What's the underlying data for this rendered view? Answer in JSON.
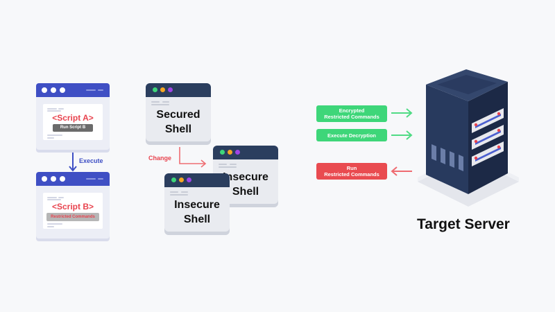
{
  "script_a": {
    "title": "<Script A>",
    "chip": "Run Script B"
  },
  "script_b": {
    "title": "<Script B>",
    "chip": "Restricted Commands"
  },
  "execute_label": "Execute",
  "change_label": "Change",
  "secured_shell": {
    "line1": "Secured",
    "line2": "Shell"
  },
  "insecure_shell_back": {
    "line1": "Insecure",
    "line2": "Shell"
  },
  "insecure_shell_front": {
    "line1": "Insecure",
    "line2": "Shell"
  },
  "commands": {
    "encrypted": {
      "line1": "Encrypted",
      "line2": "Restricted Commands"
    },
    "decryption": {
      "line1": "Execute Decryption"
    },
    "run": {
      "line1": "Run",
      "line2": "Restricted Commands"
    }
  },
  "target_server": "Target Server",
  "colors": {
    "window_bar": "#3f4fc4",
    "shell_bar": "#2b3e5e",
    "accent_red": "#e8434e",
    "accent_green": "#3ed679",
    "arrow_blue": "#3d4ec4",
    "server_dark": "#1f2d4a"
  }
}
